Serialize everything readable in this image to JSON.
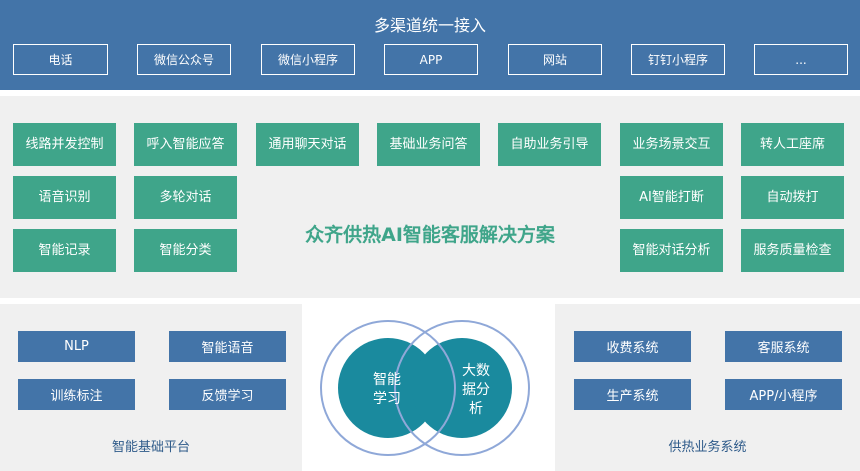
{
  "header": {
    "title": "多渠道统一接入",
    "channels": [
      "电话",
      "微信公众号",
      "微信小程序",
      "APP",
      "网站",
      "钉钉小程序",
      "..."
    ]
  },
  "solution": {
    "title": "众齐供热AI智能客服解决方案",
    "row1": [
      "线路并发控制",
      "呼入智能应答",
      "通用聊天对话",
      "基础业务问答",
      "自助业务引导",
      "业务场景交互",
      "转人工座席"
    ],
    "left": [
      "语音识别",
      "多轮对话",
      "智能记录",
      "智能分类"
    ],
    "right": [
      "AI智能打断",
      "自动拨打",
      "智能对话分析",
      "服务质量检查"
    ]
  },
  "platform": {
    "label": "智能基础平台",
    "items": [
      "NLP",
      "智能语音",
      "训练标注",
      "反馈学习"
    ]
  },
  "core": {
    "left": [
      "智能",
      "学习"
    ],
    "right": [
      "大数",
      "据分",
      "析"
    ]
  },
  "business": {
    "label": "供热业务系统",
    "items": [
      "收费系统",
      "客服系统",
      "生产系统",
      "APP/小程序"
    ]
  },
  "colors": {
    "blue": "#4374a8",
    "green": "#3fa58a",
    "teal": "#1a8a9e",
    "ring": "#8fa8d8"
  }
}
